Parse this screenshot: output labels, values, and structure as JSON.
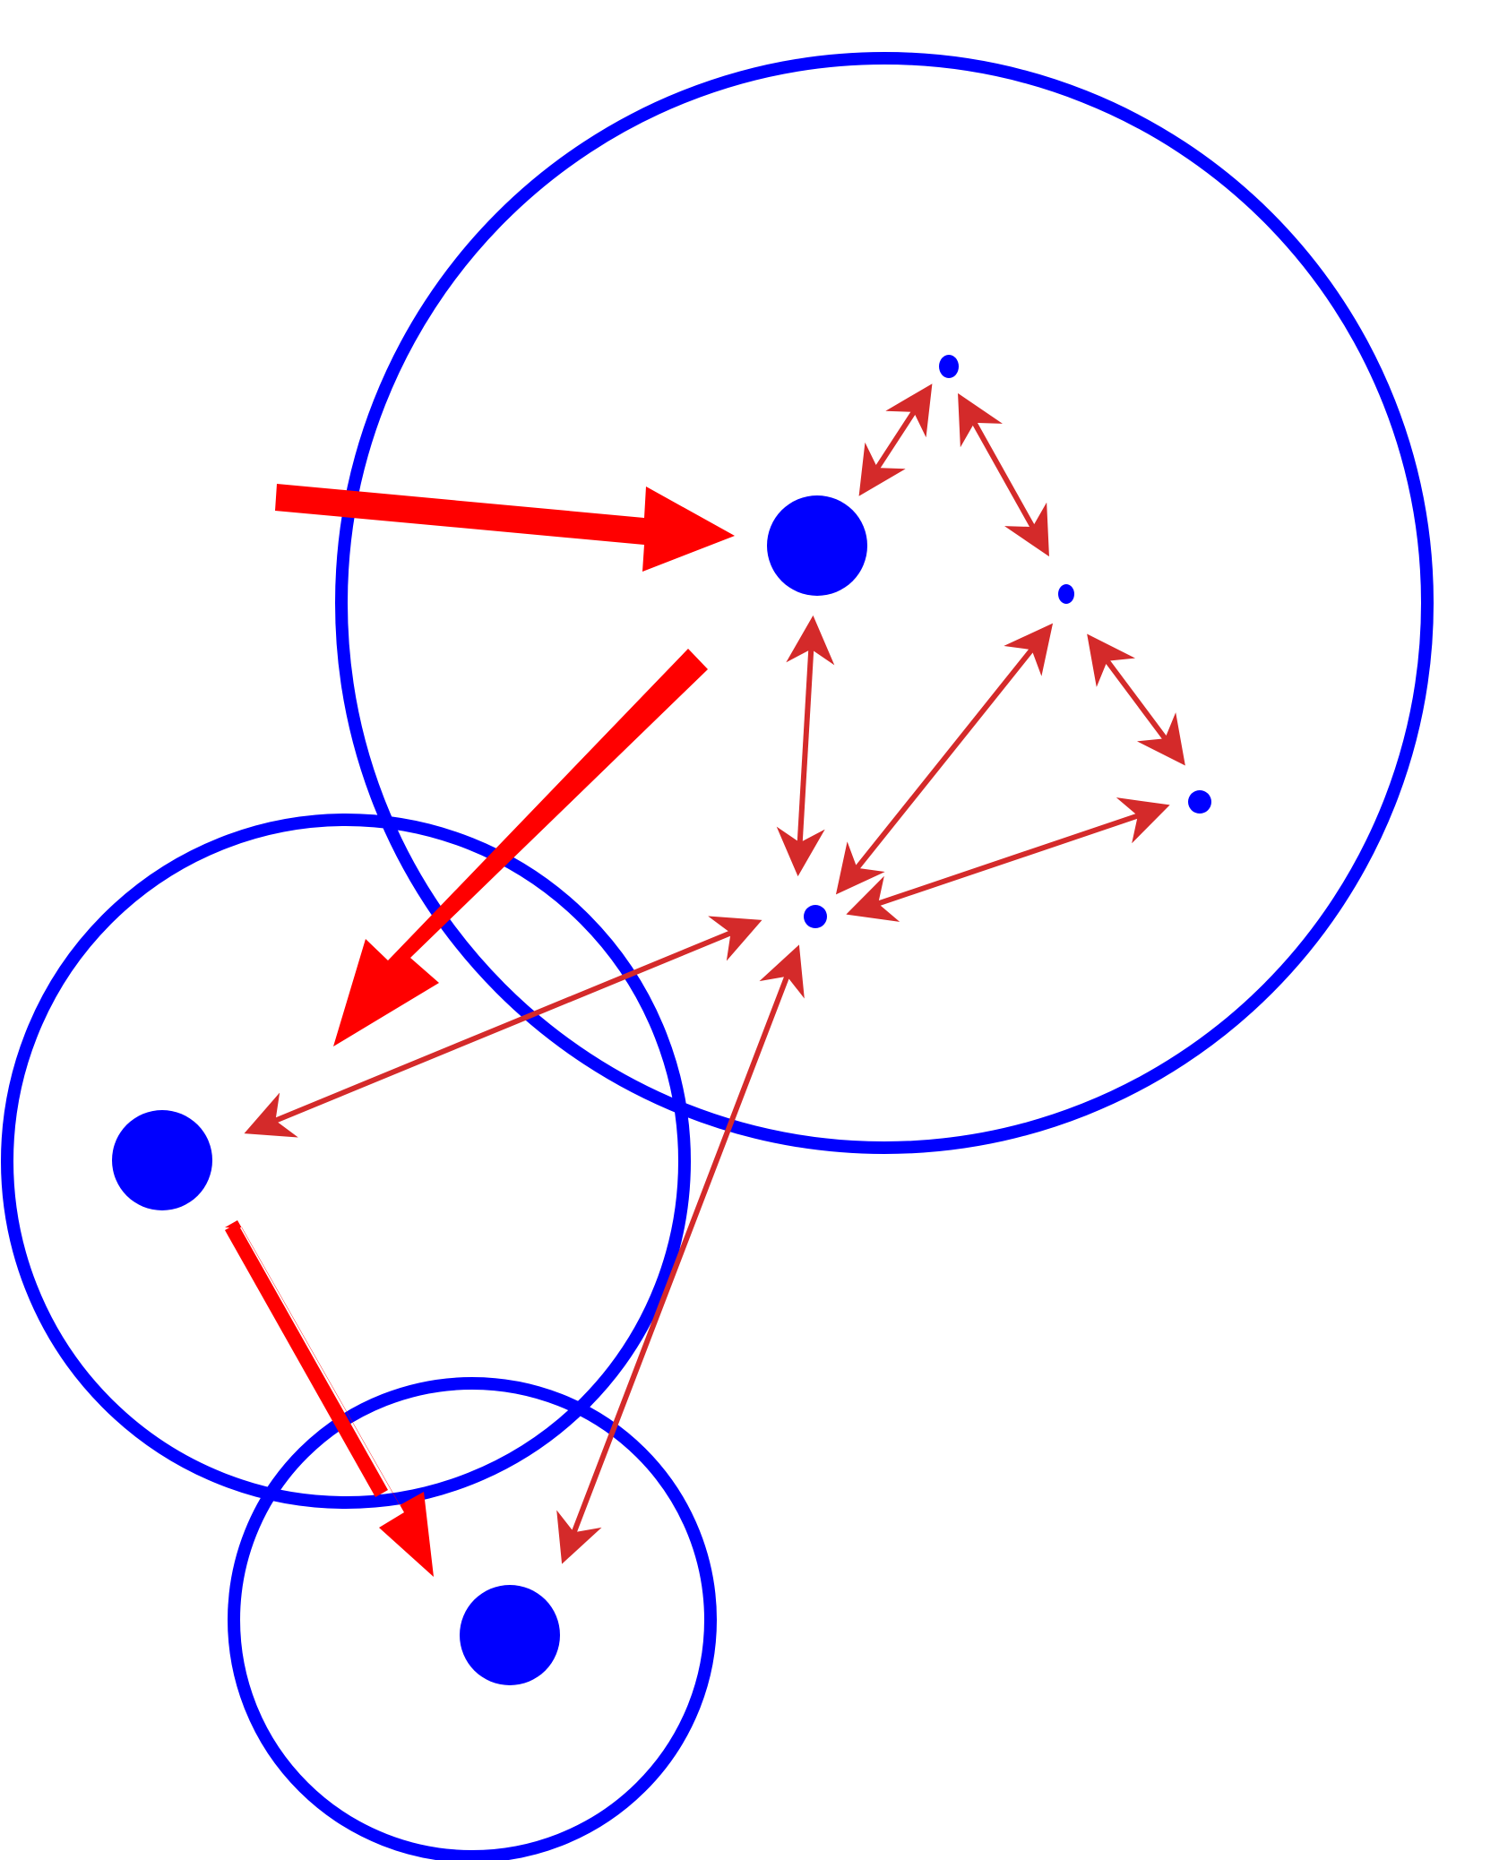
{
  "colors": {
    "background": "#ffffff",
    "circle_stroke": "#0000ff",
    "node_fill": "#0000ff",
    "big_arrow": "#ff0000",
    "link_arrow": "#d42a2a"
  },
  "diagram": {
    "description_counts": {
      "boundary_circles": 3,
      "large_nodes": 3,
      "small_nodes": 4,
      "thick_arrows": 3,
      "double_headed_arrows": 8
    }
  }
}
